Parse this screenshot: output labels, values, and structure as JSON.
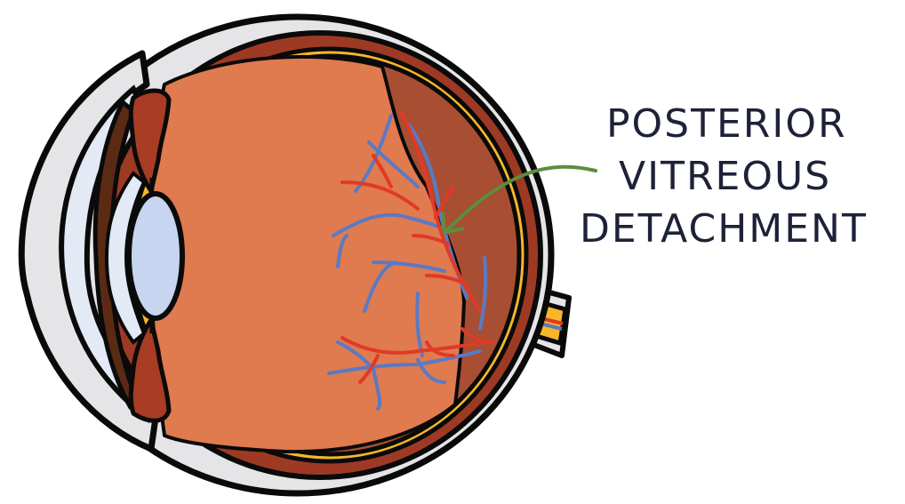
{
  "diagram": {
    "subject": "Cross-section of the eye",
    "label": {
      "lines": [
        "POSTERIOR",
        "VITREOUS",
        "DETACHMENT"
      ],
      "text_color": "#1e2238"
    },
    "arrow": {
      "color": "#5c8d3e",
      "points_to": "detached posterior vitreous boundary"
    },
    "colors": {
      "vitreous": "#e07a4f",
      "detached_space": "#a84e33",
      "retina": "#f7b728",
      "choroid": "#9e3a24",
      "sclera": "#e5e5e8",
      "outline": "#0a0a0a",
      "lens": "#c7d5f0",
      "cornea": "#e3e9f5",
      "iris": "#5a2a14",
      "ciliary_body": "#a83c25",
      "artery": "#e03a26",
      "vein": "#5a7ac4"
    }
  }
}
